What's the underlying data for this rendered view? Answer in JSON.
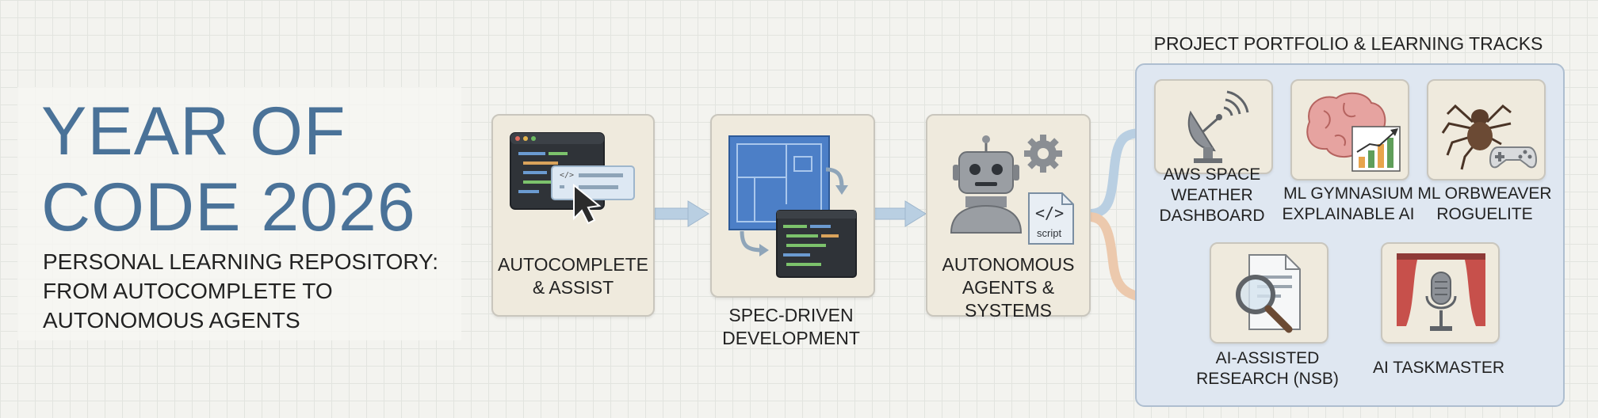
{
  "title": {
    "line1": "YEAR OF",
    "line2": "CODE 2026"
  },
  "subtitle": {
    "line1": "PERSONAL LEARNING REPOSITORY:",
    "line2": "FROM AUTOCOMPLETE TO",
    "line3": "AUTONOMOUS AGENTS"
  },
  "stages": [
    {
      "line1": "AUTOCOMPLETE",
      "line2": "& ASSIST",
      "icon": "code-editor-cursor-icon"
    },
    {
      "line1": "SPEC-DRIVEN",
      "line2": "DEVELOPMENT",
      "icon": "blueprint-code-icon"
    },
    {
      "line1": "AUTONOMOUS",
      "line2": "AGENTS & SYSTEMS",
      "icon": "robot-script-icon",
      "script_text": "script"
    }
  ],
  "portfolio": {
    "title": "PROJECT PORTFOLIO & LEARNING TRACKS",
    "projects": [
      {
        "line1": "AWS SPACE",
        "line2": "WEATHER",
        "line3": "DASHBOARD",
        "icon": "satellite-dish-icon"
      },
      {
        "line1": "ML GYMNASIUM",
        "line2": "EXPLAINABLE AI",
        "icon": "brain-chart-icon"
      },
      {
        "line1": "ML ORBWEAVER",
        "line2": "ROGUELITE",
        "icon": "spider-gamepad-icon"
      },
      {
        "line1": "AI-ASSISTED",
        "line2": "RESEARCH (NSB)",
        "icon": "document-magnifier-icon"
      },
      {
        "line1": "AI TASKMASTER",
        "icon": "microphone-stage-icon"
      }
    ]
  },
  "colors": {
    "title_blue": "#4a7298",
    "arrow_blue": "#b9cfe2",
    "arrow_peach": "#ecc9ad",
    "card_bg": "#efeadd",
    "portfolio_bg": "#dfe7f1"
  }
}
